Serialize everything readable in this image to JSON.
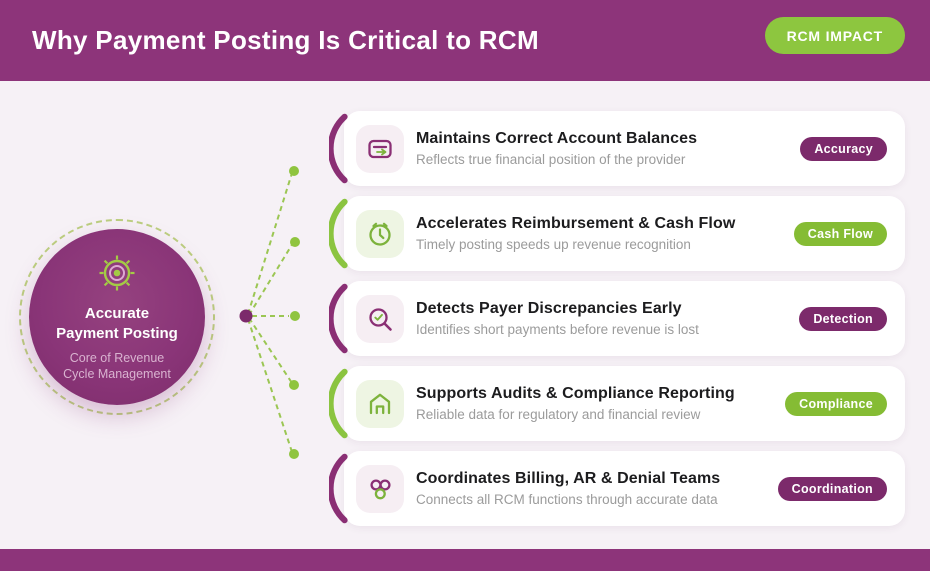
{
  "header": {
    "title": "Why Payment Posting Is Critical to RCM",
    "badge": "RCM IMPACT"
  },
  "hub": {
    "icon": "target-icon",
    "title_line1": "Accurate",
    "title_line2": "Payment Posting",
    "subtitle_line1": "Core of Revenue",
    "subtitle_line2": "Cycle Management"
  },
  "cards": [
    {
      "icon": "payment-posting-icon",
      "accent": "purple",
      "title": "Maintains Correct Account Balances",
      "subtitle": "Reflects true financial position of the provider",
      "badge": "Accuracy"
    },
    {
      "icon": "clock-icon",
      "accent": "green",
      "title": "Accelerates Reimbursement & Cash Flow",
      "subtitle": "Timely posting speeds up revenue recognition",
      "badge": "Cash Flow"
    },
    {
      "icon": "search-check-icon",
      "accent": "purple",
      "title": "Detects Payer Discrepancies Early",
      "subtitle": "Identifies short payments before revenue is lost",
      "badge": "Detection"
    },
    {
      "icon": "home-icon",
      "accent": "green",
      "title": "Supports Audits & Compliance Reporting",
      "subtitle": "Reliable data for regulatory and financial review",
      "badge": "Compliance"
    },
    {
      "icon": "team-icon",
      "accent": "purple",
      "title": "Coordinates Billing, AR & Denial Teams",
      "subtitle": "Connects all RCM functions through accurate data",
      "badge": "Coordination"
    }
  ],
  "colors": {
    "header_purple": "#8D347A",
    "badge_purple": "#7C2A6B",
    "badge_green": "#85BC34",
    "pill_green": "#8DC63F",
    "background": "#F6F1F6",
    "connector_green": "#9BC653"
  }
}
